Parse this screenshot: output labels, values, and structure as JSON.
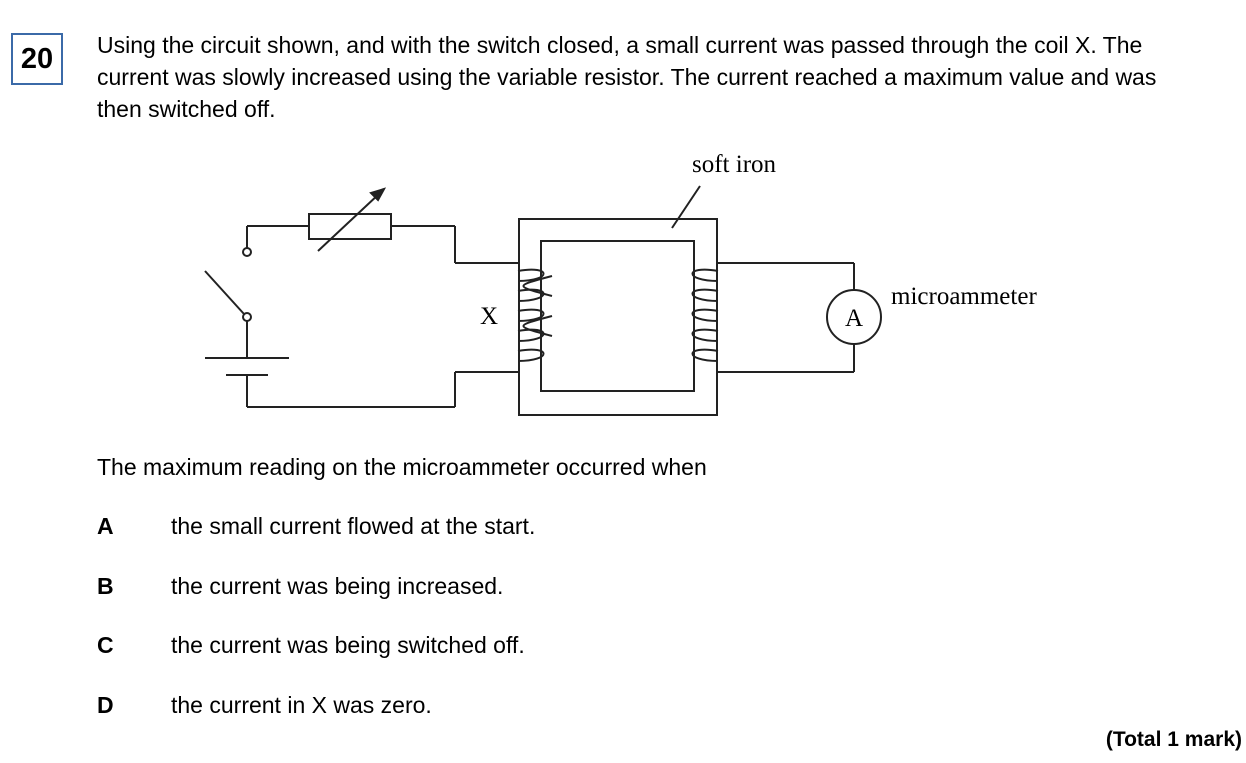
{
  "question": {
    "number": "20",
    "stem": "Using the circuit shown, and with the switch closed, a small current was passed through the coil X. The current was slowly increased using the variable resistor. The current reached a maximum value and was then switched off.",
    "lead_in": "The maximum reading on the microammeter occurred when",
    "options": [
      {
        "letter": "A",
        "text": "the small current flowed at the start."
      },
      {
        "letter": "B",
        "text": "the current was being increased."
      },
      {
        "letter": "C",
        "text": "the current was being switched off."
      },
      {
        "letter": "D",
        "text": "the current in X was zero."
      }
    ],
    "total": "(Total 1 mark)"
  },
  "diagram": {
    "label_soft_iron": "soft iron",
    "label_coil": "X",
    "label_meter": "microammeter",
    "label_meter_symbol": "A"
  }
}
